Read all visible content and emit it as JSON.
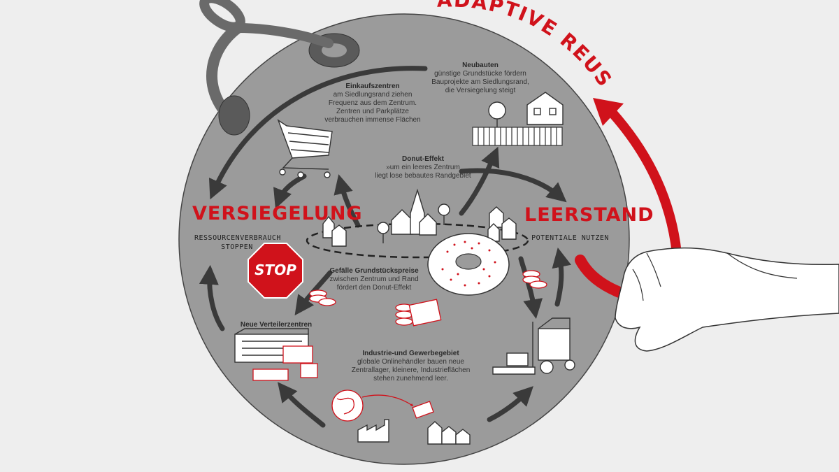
{
  "title": "ADAPTIVE REUSE",
  "colors": {
    "accent": "#d0121b",
    "disc": "#9b9b9b",
    "ink": "#333333",
    "background": "#eeeeee"
  },
  "nodes": {
    "versiegelung": {
      "title": "VERSIEGELUNG",
      "sub": "RESSOURCENVERBRAUCH\nSTOPPEN"
    },
    "stop_sign": "STOP",
    "leerstand": {
      "title": "LEERSTAND",
      "sub": "POTENTIALE NUTZEN"
    },
    "neubauten": {
      "title": "Neubauten",
      "body": "günstige Grundstücke fördern\nBauprojekte am Siedlungsrand,\ndie Versiegelung steigt"
    },
    "einkaufszentren": {
      "title": "Einkaufszentren",
      "body": "am Siedlungsrand ziehen\nFrequenz aus dem Zentrum.\nZentren und Parkplätze\nverbrauchen immense Flächen"
    },
    "donut": {
      "title": "Donut-Effekt",
      "body": "»um ein leeres Zentrum\nliegt lose bebautes Randgebiet"
    },
    "gefaelle": {
      "title": "Gefälle Grundstückspreise",
      "body": "zwischen Zentrum und Rand\nfördert den Donut-Effekt"
    },
    "verteilerzentren": {
      "title": "Neue Verteilerzentren"
    },
    "industrie": {
      "title": "Industrie-und Gewerbegebiet",
      "body": "globale Onlinehändler bauen neue\nZentrallager, kleinere, Industrieflächen\nstehen zunehmend leer."
    }
  },
  "icons": [
    "chain-icon",
    "shopping-cart-icon",
    "house-icon",
    "tree-icon",
    "fence-icon",
    "town-icon",
    "donut-icon",
    "stop-sign-icon",
    "money-stack-icon",
    "warehouse-icon",
    "boxes-icon",
    "globe-icon",
    "factory-icon",
    "forklift-icon",
    "hand-icon",
    "cycle-arrow-icon"
  ]
}
